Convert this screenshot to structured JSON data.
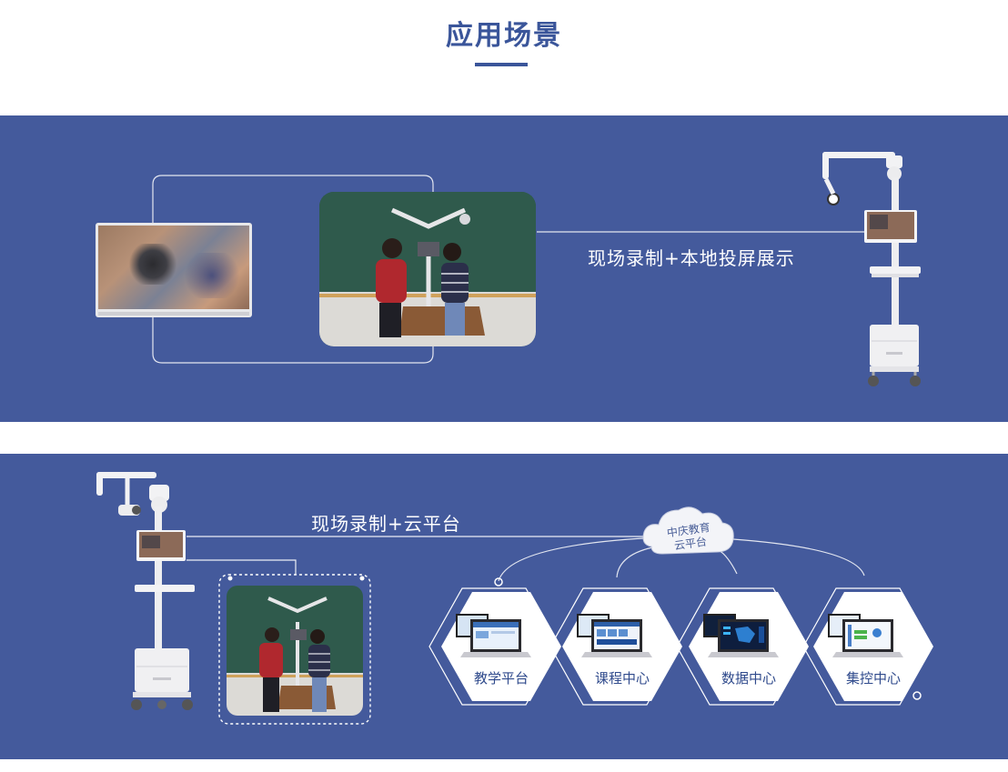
{
  "heading": {
    "title": "应用场景"
  },
  "scenario_local": {
    "caption": "现场录制+本地投屏展示"
  },
  "scenario_cloud": {
    "caption": "现场录制+云平台",
    "cloud_label_line1": "中庆教育",
    "cloud_label_line2": "云平台",
    "platforms": [
      {
        "label": "教学平台",
        "screen": "portal"
      },
      {
        "label": "课程中心",
        "screen": "course"
      },
      {
        "label": "数据中心",
        "screen": "data"
      },
      {
        "label": "集控中心",
        "screen": "control"
      }
    ]
  },
  "colors": {
    "panel_bg": "#445a9c",
    "accent": "#3a559a",
    "line": "#ffffff"
  }
}
